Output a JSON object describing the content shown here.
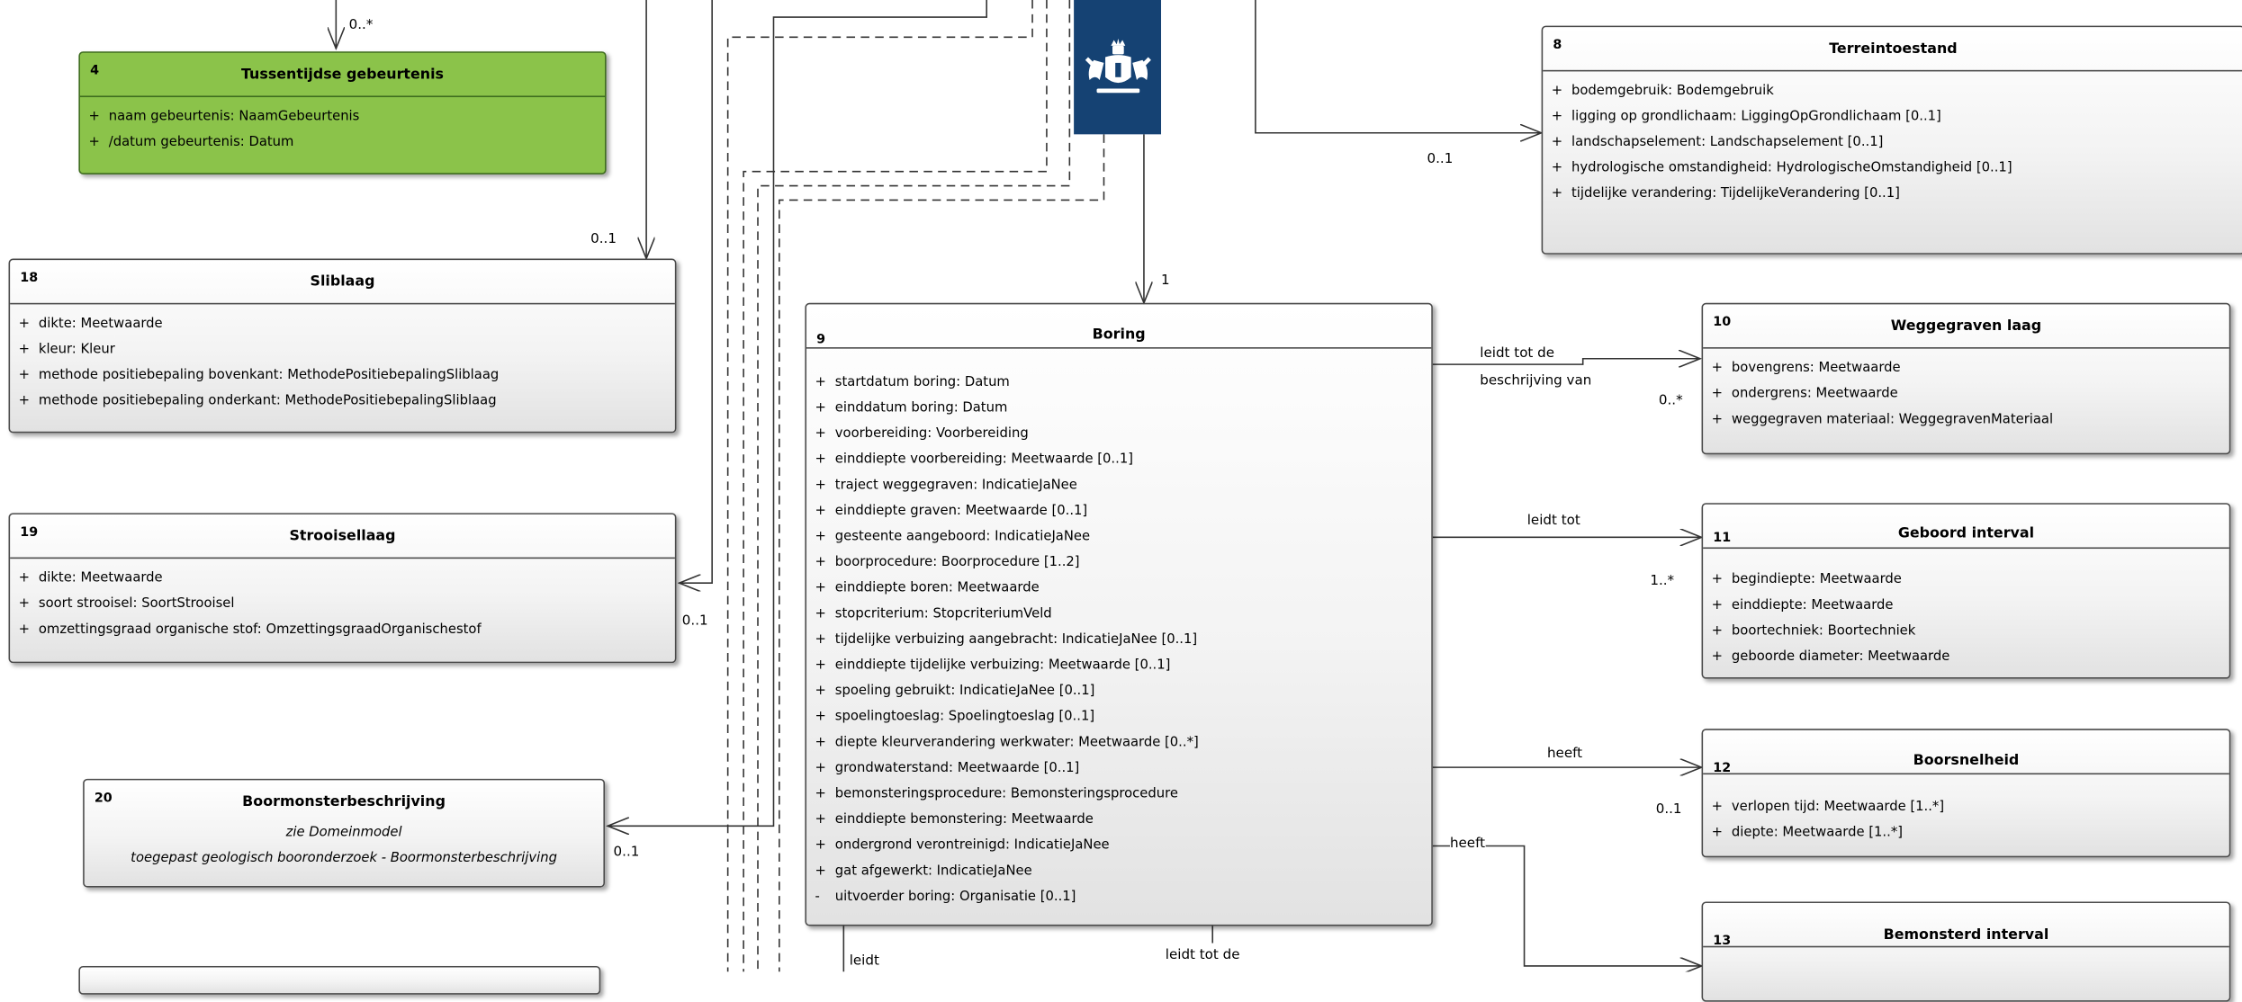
{
  "classes": {
    "c4": {
      "num": "4",
      "title": "Tussentijdse gebeurtenis",
      "attrs": [
        {
          "vis": "+",
          "text": "naam gebeurtenis: NaamGebeurtenis"
        },
        {
          "vis": "+",
          "text": "/datum gebeurtenis: Datum"
        }
      ]
    },
    "c8": {
      "num": "8",
      "title": "Terreintoestand",
      "attrs": [
        {
          "vis": "+",
          "text": "bodemgebruik: Bodemgebruik"
        },
        {
          "vis": "+",
          "text": "ligging op grondlichaam: LiggingOpGrondlichaam [0..1]"
        },
        {
          "vis": "+",
          "text": "landschapselement: Landschapselement [0..1]"
        },
        {
          "vis": "+",
          "text": "hydrologische omstandigheid: HydrologischeOmstandigheid [0..1]"
        },
        {
          "vis": "+",
          "text": "tijdelijke verandering: TijdelijkeVerandering [0..1]"
        }
      ]
    },
    "c18": {
      "num": "18",
      "title": "Sliblaag",
      "attrs": [
        {
          "vis": "+",
          "text": "dikte: Meetwaarde"
        },
        {
          "vis": "+",
          "text": "kleur: Kleur"
        },
        {
          "vis": "+",
          "text": "methode positiebepaling bovenkant: MethodePositiebepalingSliblaag"
        },
        {
          "vis": "+",
          "text": "methode positiebepaling onderkant: MethodePositiebepalingSliblaag"
        }
      ]
    },
    "c19": {
      "num": "19",
      "title": "Strooisellaag",
      "attrs": [
        {
          "vis": "+",
          "text": "dikte: Meetwaarde"
        },
        {
          "vis": "+",
          "text": "soort strooisel: SoortStrooisel"
        },
        {
          "vis": "+",
          "text": "omzettingsgraad organische stof: OmzettingsgraadOrganischestof"
        }
      ]
    },
    "c20": {
      "num": "20",
      "title": "Boormonsterbeschrijving",
      "note1": "zie Domeinmodel",
      "note2": "toegepast geologisch booronderzoek - Boormonsterbeschrijving"
    },
    "c9": {
      "num": "9",
      "title": "Boring",
      "attrs": [
        {
          "vis": "+",
          "text": "startdatum boring: Datum"
        },
        {
          "vis": "+",
          "text": "einddatum boring: Datum"
        },
        {
          "vis": "+",
          "text": "voorbereiding: Voorbereiding"
        },
        {
          "vis": "+",
          "text": "einddiepte voorbereiding: Meetwaarde [0..1]"
        },
        {
          "vis": "+",
          "text": "traject weggegraven: IndicatieJaNee"
        },
        {
          "vis": "+",
          "text": "einddiepte graven: Meetwaarde [0..1]"
        },
        {
          "vis": "+",
          "text": "gesteente aangeboord: IndicatieJaNee"
        },
        {
          "vis": "+",
          "text": "boorprocedure: Boorprocedure [1..2]"
        },
        {
          "vis": "+",
          "text": "einddiepte boren: Meetwaarde"
        },
        {
          "vis": "+",
          "text": "stopcriterium: StopcriteriumVeld"
        },
        {
          "vis": "+",
          "text": "tijdelijke verbuizing aangebracht: IndicatieJaNee [0..1]"
        },
        {
          "vis": "+",
          "text": "einddiepte tijdelijke verbuizing: Meetwaarde [0..1]"
        },
        {
          "vis": "+",
          "text": "spoeling gebruikt: IndicatieJaNee [0..1]"
        },
        {
          "vis": "+",
          "text": "spoelingtoeslag: Spoelingtoeslag [0..1]"
        },
        {
          "vis": "+",
          "text": "diepte kleurverandering werkwater: Meetwaarde [0..*]"
        },
        {
          "vis": "+",
          "text": "grondwaterstand: Meetwaarde [0..1]"
        },
        {
          "vis": "+",
          "text": "bemonsteringsprocedure: Bemonsteringsprocedure"
        },
        {
          "vis": "+",
          "text": "einddiepte bemonstering: Meetwaarde"
        },
        {
          "vis": "+",
          "text": "ondergrond verontreinigd: IndicatieJaNee"
        },
        {
          "vis": "+",
          "text": "gat afgewerkt: IndicatieJaNee"
        },
        {
          "vis": "-",
          "text": "uitvoerder boring: Organisatie [0..1]"
        }
      ]
    },
    "c10": {
      "num": "10",
      "title": "Weggegraven laag",
      "attrs": [
        {
          "vis": "+",
          "text": "bovengrens: Meetwaarde"
        },
        {
          "vis": "+",
          "text": "ondergrens: Meetwaarde"
        },
        {
          "vis": "+",
          "text": "weggegraven materiaal: WeggegravenMateriaal"
        }
      ]
    },
    "c11": {
      "num": "11",
      "title": "Geboord interval",
      "attrs": [
        {
          "vis": "+",
          "text": "begindiepte: Meetwaarde"
        },
        {
          "vis": "+",
          "text": "einddiepte: Meetwaarde"
        },
        {
          "vis": "+",
          "text": "boortechniek: Boortechniek"
        },
        {
          "vis": "+",
          "text": "geboorde diameter: Meetwaarde"
        }
      ]
    },
    "c12": {
      "num": "12",
      "title": "Boorsnelheid",
      "attrs": [
        {
          "vis": "+",
          "text": "verlopen tijd: Meetwaarde [1..*]"
        },
        {
          "vis": "+",
          "text": "diepte: Meetwaarde [1..*]"
        }
      ]
    },
    "c13": {
      "num": "13",
      "title": "Bemonsterd interval",
      "attrs": []
    }
  },
  "labels": {
    "m_top4": "0..*",
    "m_18": "0..1",
    "m_19": "0..1",
    "m_20": "0..1",
    "m_8": "0..1",
    "m_9": "1",
    "a_10_l1": "leidt tot de",
    "a_10_l2": "beschrijving van",
    "m_10": "0..*",
    "a_11": "leidt tot",
    "m_11": "1..*",
    "a_12": "heeft",
    "m_12": "0..1",
    "a_13": "heeft",
    "a_bottom1": "leidt",
    "a_bottom2": "leidt tot de"
  },
  "colors": {
    "green_class": "#8bc34a",
    "logo_bg": "#154273"
  }
}
